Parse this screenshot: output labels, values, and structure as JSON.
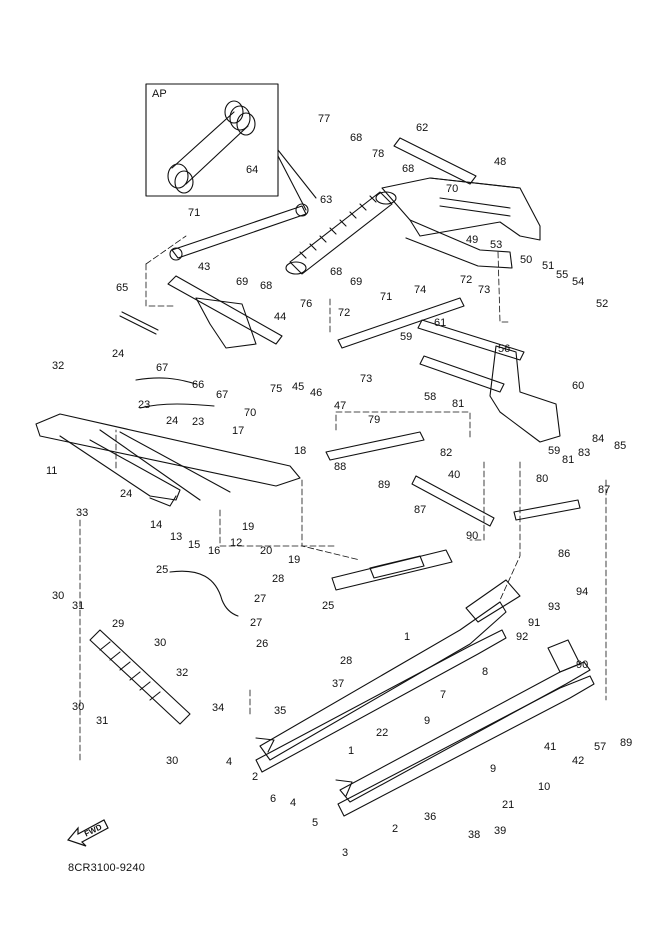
{
  "diagram_code": "8CR3100-9240",
  "inset_label": "AP",
  "fwd_label": "FWD",
  "callouts": [
    "77",
    "68",
    "78",
    "62",
    "68",
    "70",
    "48",
    "63",
    "64",
    "71",
    "49",
    "53",
    "50",
    "51",
    "55",
    "54",
    "52",
    "43",
    "69",
    "68",
    "68",
    "69",
    "65",
    "74",
    "72",
    "73",
    "71",
    "72",
    "44",
    "76",
    "61",
    "59",
    "56",
    "32",
    "24",
    "67",
    "66",
    "45",
    "46",
    "75",
    "67",
    "47",
    "73",
    "60",
    "58",
    "23",
    "24",
    "23",
    "70",
    "79",
    "81",
    "82",
    "84",
    "85",
    "11",
    "17",
    "18",
    "88",
    "83",
    "59",
    "81",
    "89",
    "40",
    "80",
    "87",
    "24",
    "33",
    "14",
    "13",
    "15",
    "16",
    "12",
    "19",
    "20",
    "19",
    "87",
    "86",
    "90",
    "25",
    "28",
    "27",
    "25",
    "30",
    "31",
    "27",
    "26",
    "94",
    "93",
    "91",
    "92",
    "29",
    "30",
    "28",
    "32",
    "1",
    "90",
    "8",
    "7",
    "37",
    "34",
    "35",
    "9",
    "22",
    "41",
    "57",
    "89",
    "30",
    "31",
    "42",
    "30",
    "4",
    "2",
    "1",
    "9",
    "10",
    "6",
    "4",
    "21",
    "36",
    "39",
    "5",
    "2",
    "38",
    "3"
  ]
}
